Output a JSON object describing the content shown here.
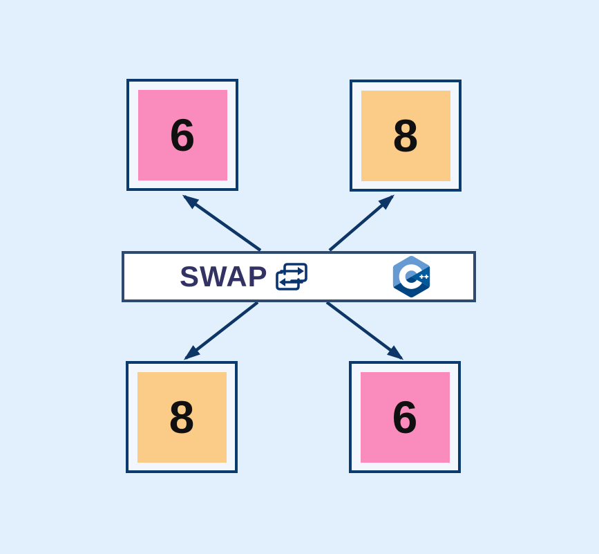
{
  "diagram": {
    "title": "SWAP",
    "banner": {
      "label": "SWAP",
      "icons": [
        {
          "name": "swap-icon",
          "meaning": "two interlocked squares with exchange arrows"
        },
        {
          "name": "cpp-logo-icon",
          "meaning": "C++ language hexagon logo"
        }
      ]
    },
    "boxes": [
      {
        "position": "top-left",
        "value": "6",
        "color": "#F98CBC"
      },
      {
        "position": "top-right",
        "value": "8",
        "color": "#FACC87"
      },
      {
        "position": "bottom-left",
        "value": "8",
        "color": "#FACC87"
      },
      {
        "position": "bottom-right",
        "value": "6",
        "color": "#F98CBC"
      }
    ],
    "arrows": [
      {
        "from": "swap-banner",
        "to": "top-left-box"
      },
      {
        "from": "swap-banner",
        "to": "top-right-box"
      },
      {
        "from": "swap-banner",
        "to": "bottom-left-box"
      },
      {
        "from": "swap-banner",
        "to": "bottom-right-box"
      }
    ],
    "colors": {
      "background": "#E2EFFC",
      "box_border": "#0B3A6D",
      "box_fill": "#F1F7FD",
      "banner_border": "#2E4A6E",
      "banner_fill": "#FFFFFF",
      "arrow": "#0D3566",
      "pink": "#F98CBC",
      "orange": "#FACC87",
      "label_text": "#333264",
      "value_text": "#101010",
      "cpp_light": "#659AD2",
      "cpp_mid": "#00599C",
      "cpp_dark": "#004482"
    }
  }
}
